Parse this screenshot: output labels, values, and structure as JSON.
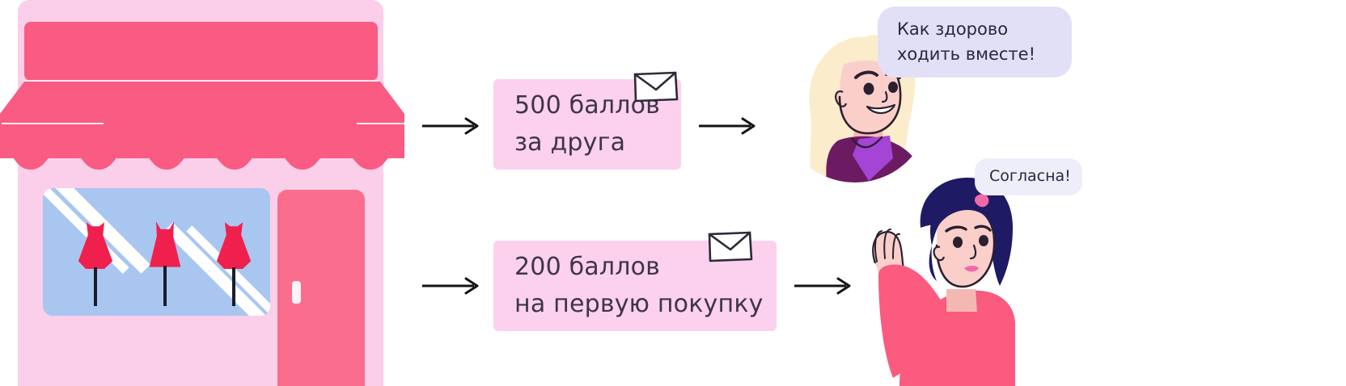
{
  "page": {
    "title": "Реферальная программа — инфографика",
    "background_color": "#ffffff"
  },
  "illustration_left": {
    "name": "Магазин одежды",
    "elements": {
      "awning": "полосатый навес",
      "window": "витрина с тремя платьями на манекенах",
      "door": "входная дверь"
    },
    "colors": {
      "awning": "#fa5b82",
      "facade": "#fbcfea",
      "window_glass": "#a8c6f0",
      "dress": "#f0204e",
      "door": "#fa6d8c"
    }
  },
  "flow": {
    "arrow_1_label": "стрелка от магазина к первой награде",
    "arrow_2_label": "стрелка от первой награды к подруге",
    "arrow_3_label": "стрелка от магазина ко второй награде",
    "arrow_4_label": "стрелка от второй награды к подруге"
  },
  "offers": [
    {
      "id": "offer-500",
      "line1": "500 баллов",
      "line2": "за друга",
      "icon": "envelope-icon",
      "background_color": "#fbd1ee",
      "text_color": "#3d3548"
    },
    {
      "id": "offer-200",
      "line1": "200 баллов",
      "line2": "на первую покупку",
      "icon": "envelope-icon",
      "background_color": "#fbd1ee",
      "text_color": "#3d3548"
    }
  ],
  "characters": [
    {
      "id": "woman-blonde",
      "description": "Девушка со светлыми волосами в фиолетовой кофте",
      "hair_color": "#faedca",
      "top_color": "#6c1b63",
      "accent_color": "#a445d6",
      "skin_color": "#f9c8c2"
    },
    {
      "id": "woman-dark",
      "description": "Девушка с тёмными волосами в розовом свитере, машет рукой",
      "hair_color": "#1e1a63",
      "top_color": "#fa5b7e",
      "skin_color": "#f9c8c2"
    }
  ],
  "bubbles": [
    {
      "id": "bubble-1",
      "line1": "Как здорово",
      "line2": "ходить вместе!",
      "background_color": "#e2e0f7",
      "text_color": "#2a2740"
    },
    {
      "id": "bubble-2",
      "line1": "Согласна!",
      "background_color": "#eeedfa",
      "text_color": "#2a2740"
    }
  ]
}
